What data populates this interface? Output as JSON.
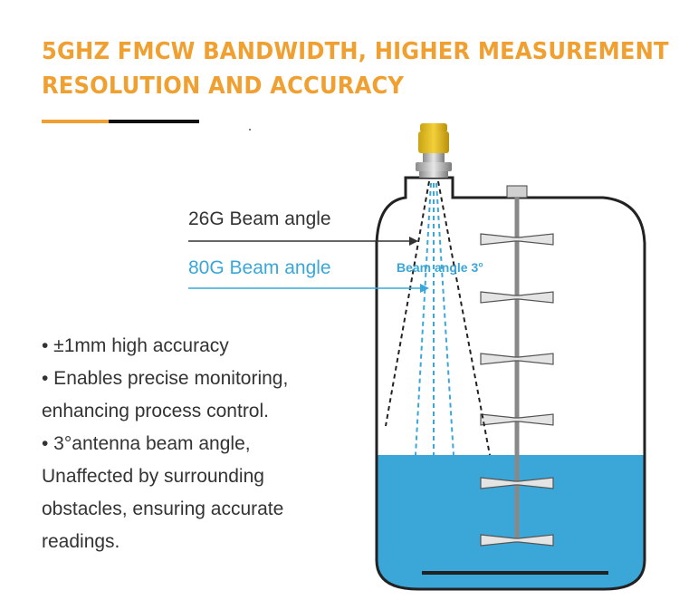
{
  "title": {
    "line1": "5GHZ FMCW BANDWIDTH, HIGHER MEASUREMENT",
    "line2": "RESOLUTION AND ACCURACY"
  },
  "labels": {
    "beam26": "26G Beam angle",
    "beam80": "80G Beam angle",
    "beam_angle": "Beam angle 3°"
  },
  "bullets": [
    "• ±1mm high accuracy",
    "• Enables precise monitoring,",
    "enhancing process control.",
    "• 3°antenna beam angle,",
    "Unaffected by surrounding",
    "obstacles, ensuring accurate",
    "readings."
  ],
  "colors": {
    "accent": "#f0a030",
    "beam80": "#3aa7d8",
    "liquid": "#3aa7d8",
    "text": "#333333"
  }
}
